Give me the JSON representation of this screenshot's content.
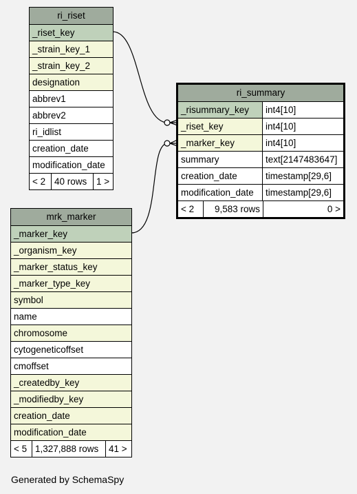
{
  "tables": {
    "ri_riset": {
      "title": "ri_riset",
      "columns": [
        {
          "name": "_riset_key",
          "kind": "pk"
        },
        {
          "name": "_strain_key_1",
          "kind": "fk"
        },
        {
          "name": "_strain_key_2",
          "kind": "fk"
        },
        {
          "name": "designation",
          "kind": "fk"
        },
        {
          "name": "abbrev1",
          "kind": "plain"
        },
        {
          "name": "abbrev2",
          "kind": "plain"
        },
        {
          "name": "ri_idlist",
          "kind": "plain"
        },
        {
          "name": "creation_date",
          "kind": "plain"
        },
        {
          "name": "modification_date",
          "kind": "plain"
        }
      ],
      "footer": [
        "< 2",
        "40 rows",
        "1 >"
      ]
    },
    "ri_summary": {
      "title": "ri_summary",
      "columns": [
        {
          "name": "_risummary_key",
          "type": "int4[10]",
          "kind": "pk"
        },
        {
          "name": "_riset_key",
          "type": "int4[10]",
          "kind": "fk"
        },
        {
          "name": "_marker_key",
          "type": "int4[10]",
          "kind": "fk"
        },
        {
          "name": "summary",
          "type": "text[2147483647]",
          "kind": "plain"
        },
        {
          "name": "creation_date",
          "type": "timestamp[29,6]",
          "kind": "plain"
        },
        {
          "name": "modification_date",
          "type": "timestamp[29,6]",
          "kind": "plain"
        }
      ],
      "footer": [
        "< 2",
        "9,583 rows",
        "0 >"
      ]
    },
    "mrk_marker": {
      "title": "mrk_marker",
      "columns": [
        {
          "name": "_marker_key",
          "kind": "pk"
        },
        {
          "name": "_organism_key",
          "kind": "fk"
        },
        {
          "name": "_marker_status_key",
          "kind": "fk"
        },
        {
          "name": "_marker_type_key",
          "kind": "fk"
        },
        {
          "name": "symbol",
          "kind": "fk"
        },
        {
          "name": "name",
          "kind": "plain"
        },
        {
          "name": "chromosome",
          "kind": "fk"
        },
        {
          "name": "cytogeneticoffset",
          "kind": "plain"
        },
        {
          "name": "cmoffset",
          "kind": "plain"
        },
        {
          "name": "_createdby_key",
          "kind": "fk"
        },
        {
          "name": "_modifiedby_key",
          "kind": "fk"
        },
        {
          "name": "creation_date",
          "kind": "fk"
        },
        {
          "name": "modification_date",
          "kind": "fk"
        }
      ],
      "footer": [
        "< 5",
        "1,327,888 rows",
        "41 >"
      ]
    }
  },
  "generated_by": "Generated by SchemaSpy"
}
